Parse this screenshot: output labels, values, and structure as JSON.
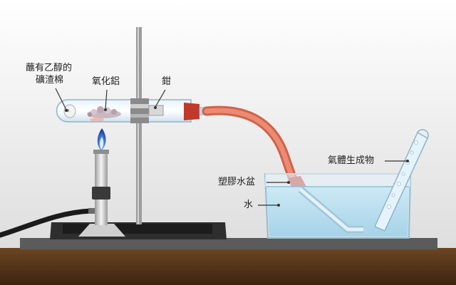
{
  "labels": {
    "soaked_cotton_line1": "蘸有乙醇的",
    "soaked_cotton_line2": "礦渣棉",
    "aluminium_oxide": "氧化鋁",
    "clamp": "鉗",
    "gas_product": "氣體生成物",
    "plastic_trough": "塑膠水盆",
    "water": "水"
  },
  "colors": {
    "background": "#ffffff",
    "bench_top": "#555555",
    "bench_front": "#5a3a1c",
    "delivery_tube": "#e07a63",
    "stopper": "#c0392b",
    "water": "#bfe1f0",
    "flame": "#3a6fd8"
  }
}
